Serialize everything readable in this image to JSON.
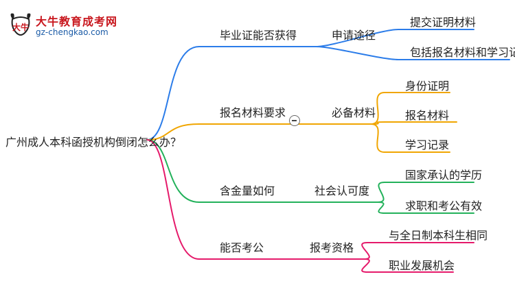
{
  "logo": {
    "title": "大牛教育成考网",
    "url": "gz-chengkao.com"
  },
  "root": "广州成人本科函授机构倒闭怎么办？",
  "branches": [
    {
      "label": "毕业证能否获得",
      "sub": "申请途径",
      "color": "#2b7ce9",
      "leaves": [
        "提交证明材料",
        "包括报名材料和学习记录"
      ]
    },
    {
      "label": "报名材料要求",
      "sub": "必备材料",
      "color": "#f0a500",
      "leaves": [
        "身份证明",
        "报名材料",
        "学习记录"
      ]
    },
    {
      "label": "含金量如何",
      "sub": "社会认可度",
      "color": "#22b15a",
      "leaves": [
        "国家承认的学历",
        "求职和考公有效"
      ]
    },
    {
      "label": "能否考公",
      "sub": "报考资格",
      "color": "#e5196a",
      "leaves": [
        "与全日制本科生相同",
        "职业发展机会"
      ]
    }
  ]
}
